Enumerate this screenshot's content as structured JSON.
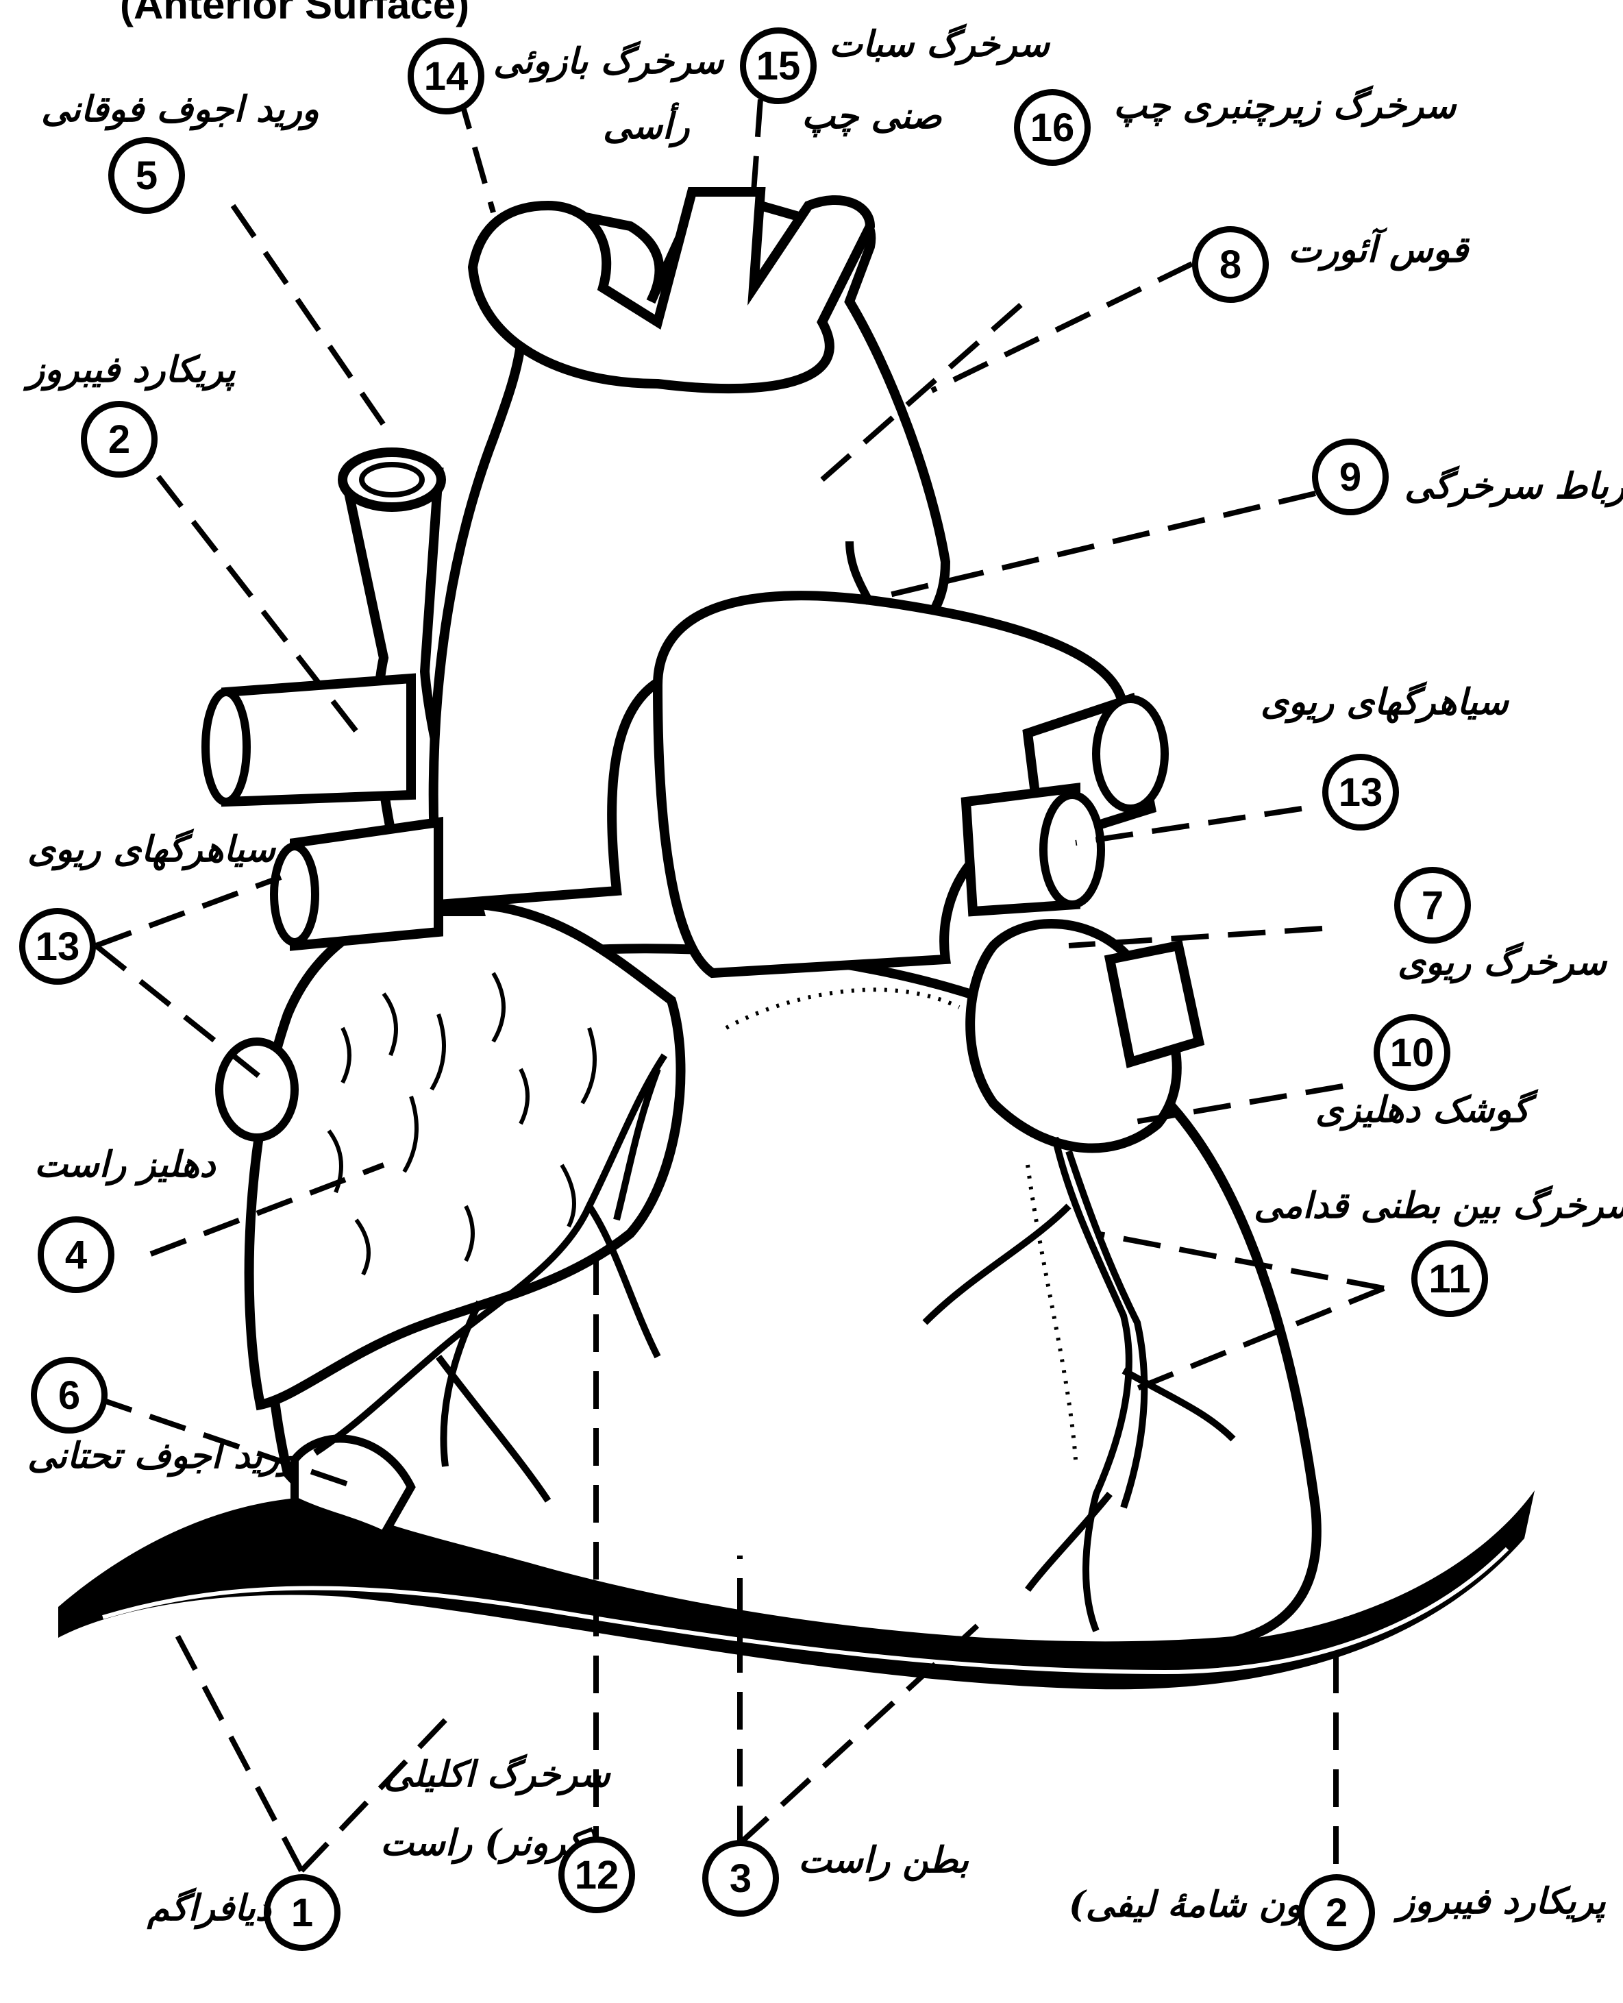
{
  "title": "(Anterior Surface)",
  "labels": {
    "n1": {
      "num": "1",
      "text": "دیافراگم"
    },
    "n2a": {
      "num": "2",
      "text": "پریکارد فیبروز"
    },
    "n2b": {
      "num": "2",
      "text": "(برون شامهٔ لیفی)",
      "text2": "پریکارد فیبروز"
    },
    "n3": {
      "num": "3",
      "text": "بطن راست"
    },
    "n4": {
      "num": "4",
      "text": "دهلیز راست"
    },
    "n5": {
      "num": "5",
      "text": "ورید اجوف فوقانی"
    },
    "n6": {
      "num": "6",
      "text": "ورید اجوف تحتانی"
    },
    "n7": {
      "num": "7",
      "text": "سرخرگ ریوی"
    },
    "n8": {
      "num": "8",
      "text": "قوس آئورت"
    },
    "n9": {
      "num": "9",
      "text": "رباط سرخرگی"
    },
    "n10": {
      "num": "10",
      "text": "گوشک دهلیزی"
    },
    "n11": {
      "num": "11",
      "text": "سرخرگ بین بطنی قدامی"
    },
    "n12": {
      "num": "12",
      "text": "سرخرگ اکلیلی",
      "text2": "(کرونر) راست"
    },
    "n13a": {
      "num": "13",
      "text": "سیاهرگهای ریوی"
    },
    "n13b": {
      "num": "13",
      "text": "سیاهرگهای ریوی"
    },
    "n14": {
      "num": "14",
      "text": "سرخرگ بازوئی",
      "text2": "رأسی"
    },
    "n15": {
      "num": "15",
      "text": "سرخرگ سبات",
      "text2": "صنی چپ"
    },
    "n16": {
      "num": "16",
      "text": "سرخرگ زیرچنبری چپ"
    }
  }
}
